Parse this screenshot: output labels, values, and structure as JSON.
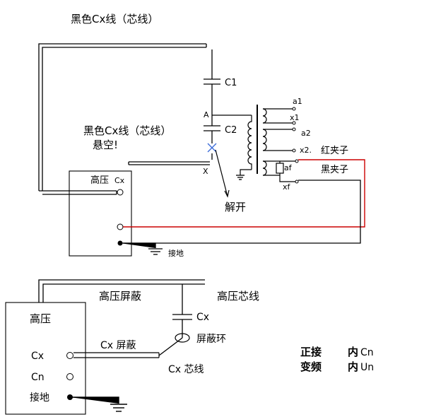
{
  "top_diagram": {
    "title": "黑色Cx线（芯线）",
    "cable_note_line1": "黑色Cx线（芯线）",
    "cable_note_line2": "悬空!",
    "c1_label": "C1",
    "c2_label": "C2",
    "node_a_label": "A",
    "node_x_label": "X",
    "open_label": "解开",
    "terminal_a1": "a1",
    "terminal_x1": "x1",
    "terminal_a2": "a2",
    "terminal_x2": "x2.",
    "terminal_af": "af",
    "terminal_xf": "xf",
    "red_clip_label": "红夹子",
    "black_clip_label": "黑夹子",
    "hv_label": "高压",
    "cx_label": "Cx",
    "ground_label": "接地",
    "colors": {
      "red_wire": "#cc0000",
      "wire": "#000000"
    }
  },
  "bottom_diagram": {
    "hv_shield_label": "高压屏蔽",
    "hv_core_label": "高压芯线",
    "cx_cap_label": "Cx",
    "shield_ring_label": "屏蔽环",
    "cx_shield_label": "Cx 屏蔽",
    "cx_core_label": "Cx 芯线",
    "box_hv_label": "高压",
    "box_cx_label": "Cx",
    "box_cn_label": "Cn",
    "box_ground_label": "接地"
  },
  "legend": {
    "row1_mode": "正接",
    "row1_prefix": "内",
    "row1_value": "Cn",
    "row2_mode": "变频",
    "row2_prefix": "内",
    "row2_value": "Un"
  }
}
